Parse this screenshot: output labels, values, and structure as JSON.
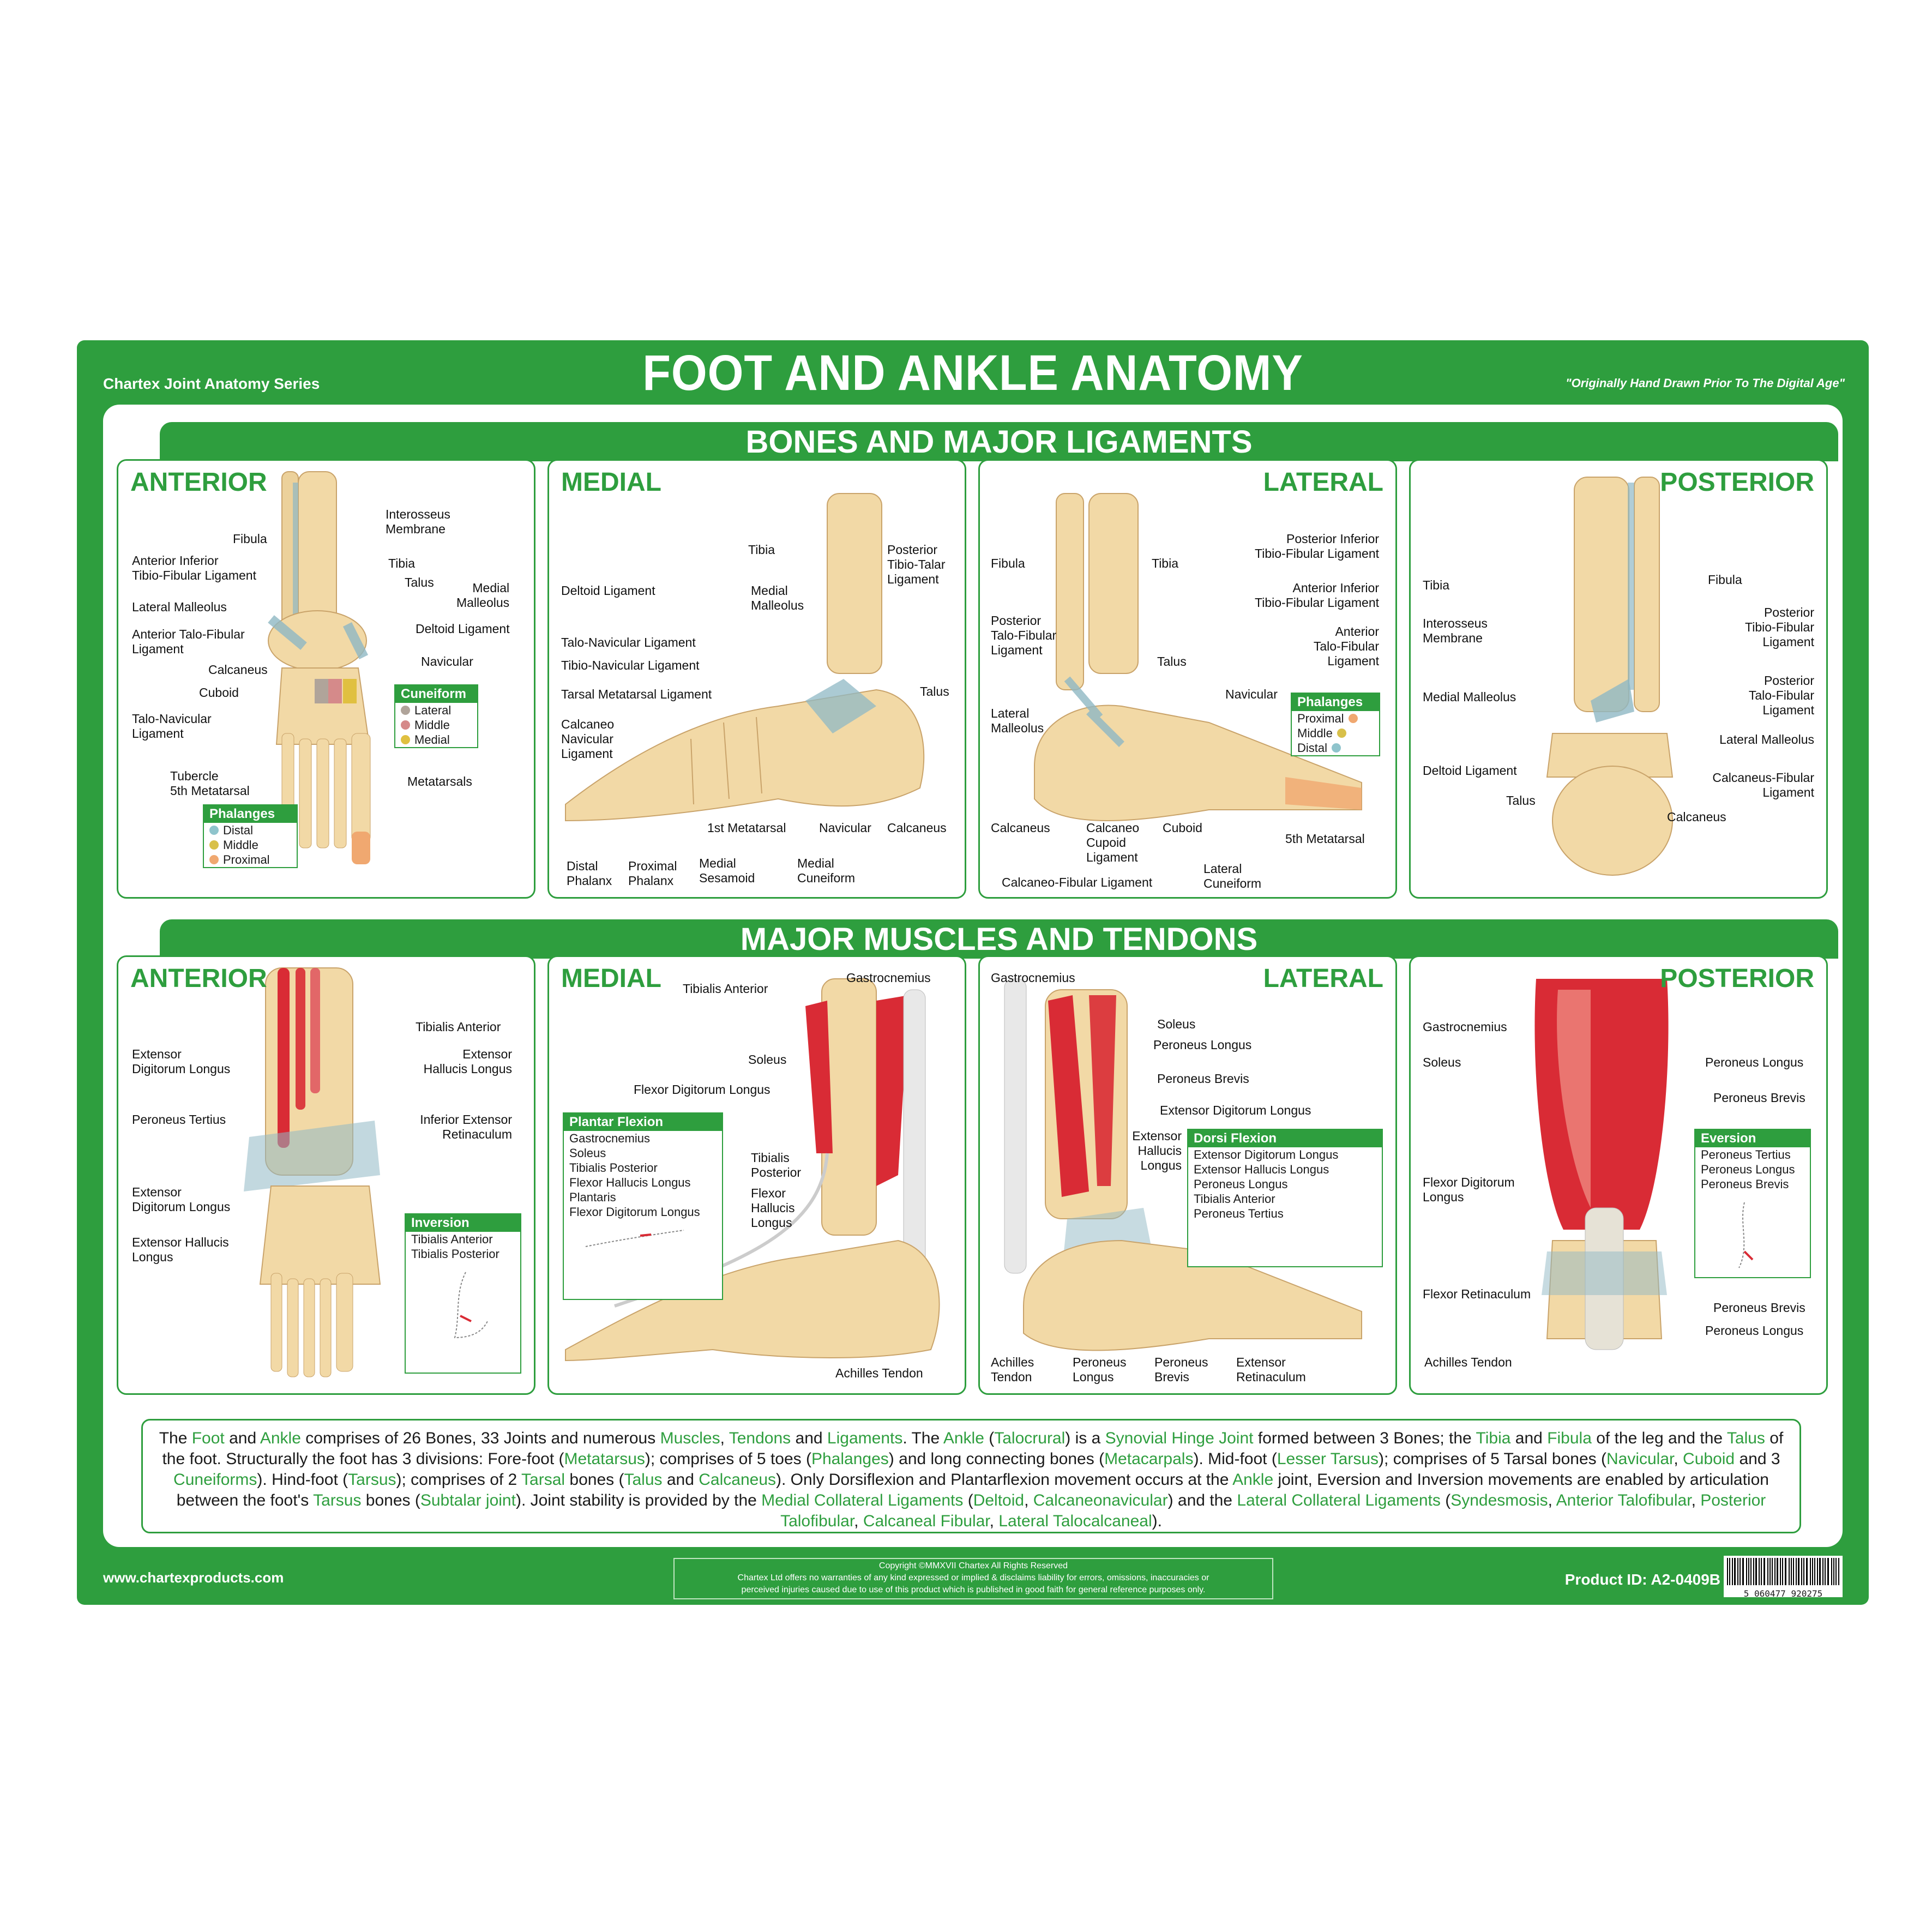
{
  "header": {
    "series": "Chartex Joint Anatomy Series",
    "title": "FOOT AND ANKLE ANATOMY",
    "tagline": "\"Originally Hand Drawn Prior To The Digital Age\""
  },
  "sections": {
    "bones": "BONES AND MAJOR LIGAMENTS",
    "muscles": "MAJOR MUSCLES AND TENDONS"
  },
  "bones_panels": {
    "anterior": {
      "view": "ANTERIOR",
      "labels": [
        "Interosseus\nMembrane",
        "Fibula",
        "Anterior Inferior\nTibio-Fibular Ligament",
        "Tibia",
        "Talus",
        "Medial\nMalleolus",
        "Lateral Malleolus",
        "Deltoid Ligament",
        "Anterior Talo-Fibular\nLigament",
        "Navicular",
        "Calcaneus",
        "Cuboid",
        "Talo-Navicular\nLigament",
        "Tubercle\n5th Metatarsal",
        "Metatarsals"
      ],
      "legend_cuneiform": {
        "title": "Cuneiform",
        "items": [
          "Lateral",
          "Middle",
          "Medial"
        ]
      },
      "legend_phalanges": {
        "title": "Phalanges",
        "items": [
          "Distal",
          "Middle",
          "Proximal"
        ]
      }
    },
    "medial": {
      "view": "MEDIAL",
      "labels": [
        "Tibia",
        "Posterior\nTibio-Talar\nLigament",
        "Deltoid Ligament",
        "Medial\nMalleolus",
        "Talo-Navicular Ligament",
        "Tibio-Navicular Ligament",
        "Talus",
        "Tarsal Metatarsal Ligament",
        "Calcaneo\nNavicular\nLigament",
        "1st Metatarsal",
        "Navicular",
        "Calcaneus",
        "Distal\nPhalanx",
        "Proximal\nPhalanx",
        "Medial\nSesamoid",
        "Medial\nCuneiform"
      ]
    },
    "lateral": {
      "view": "LATERAL",
      "labels": [
        "Posterior Inferior\nTibio-Fibular Ligament",
        "Fibula",
        "Tibia",
        "Anterior Inferior\nTibio-Fibular Ligament",
        "Posterior\nTalo-Fibular\nLigament",
        "Anterior\nTalo-Fibular\nLigament",
        "Talus",
        "Navicular",
        "Lateral\nMalleolus",
        "Calcaneus",
        "Calcaneo\nCupoid\nLigament",
        "Cuboid",
        "5th Metatarsal",
        "Lateral\nCuneiform",
        "Calcaneo-Fibular Ligament"
      ],
      "legend_phalanges": {
        "title": "Phalanges",
        "items": [
          "Proximal",
          "Middle",
          "Distal"
        ]
      }
    },
    "posterior": {
      "view": "POSTERIOR",
      "labels": [
        "Tibia",
        "Fibula",
        "Interosseus\nMembrane",
        "Posterior\nTibio-Fibular\nLigament",
        "Medial Malleolus",
        "Posterior\nTalo-Fibular\nLigament",
        "Lateral Malleolus",
        "Deltoid Ligament",
        "Calcaneus-Fibular\nLigament",
        "Talus",
        "Calcaneus"
      ]
    }
  },
  "muscle_panels": {
    "anterior": {
      "view": "ANTERIOR",
      "labels": [
        "Tibialis Anterior",
        "Extensor\nDigitorum Longus",
        "Extensor\nHallucis Longus",
        "Peroneus Tertius",
        "Inferior Extensor\nRetinaculum",
        "Extensor\nDigitorum Longus",
        "Extensor Hallucis\nLongus"
      ],
      "legend": {
        "title": "Inversion",
        "items": [
          "Tibialis Anterior",
          "Tibialis Posterior"
        ]
      }
    },
    "medial": {
      "view": "MEDIAL",
      "labels": [
        "Tibialis Anterior",
        "Gastrocnemius",
        "Soleus",
        "Flexor Digitorum Longus",
        "Tibialis\nPosterior",
        "Flexor\nHallucis\nLongus",
        "Achilles Tendon"
      ],
      "legend": {
        "title": "Plantar Flexion",
        "items": [
          "Gastrocnemius",
          "Soleus",
          "Tibialis Posterior",
          "Flexor Hallucis Longus",
          "Plantaris",
          "Flexor Digitorum Longus"
        ]
      }
    },
    "lateral": {
      "view": "LATERAL",
      "labels": [
        "Gastrocnemius",
        "Soleus",
        "Peroneus Longus",
        "Peroneus Brevis",
        "Extensor Digitorum Longus",
        "Extensor\nHallucis\nLongus",
        "Achilles\nTendon",
        "Peroneus\nLongus",
        "Peroneus\nBrevis",
        "Extensor\nRetinaculum"
      ],
      "legend": {
        "title": "Dorsi Flexion",
        "items": [
          "Extensor Digitorum Longus",
          "Extensor Hallucis Longus",
          "Peroneus Longus",
          "Tibialis Anterior",
          "Peroneus Tertius"
        ]
      }
    },
    "posterior": {
      "view": "POSTERIOR",
      "labels": [
        "Gastrocnemius",
        "Soleus",
        "Peroneus Longus",
        "Peroneus Brevis",
        "Flexor Digitorum\nLongus",
        "Flexor Retinaculum",
        "Peroneus Brevis",
        "Peroneus Longus",
        "Achilles Tendon"
      ],
      "legend": {
        "title": "Eversion",
        "items": [
          "Peroneus Tertius",
          "Peroneus Longus",
          "Peroneus Brevis"
        ]
      }
    }
  },
  "description": [
    {
      "t": "The ",
      "g": false
    },
    {
      "t": "Foot",
      "g": true
    },
    {
      "t": " and ",
      "g": false
    },
    {
      "t": "Ankle",
      "g": true
    },
    {
      "t": " comprises of 26 Bones, 33 Joints and numerous ",
      "g": false
    },
    {
      "t": "Muscles",
      "g": true
    },
    {
      "t": ", ",
      "g": false
    },
    {
      "t": "Tendons",
      "g": true
    },
    {
      "t": " and ",
      "g": false
    },
    {
      "t": "Ligaments",
      "g": true
    },
    {
      "t": ". The ",
      "g": false
    },
    {
      "t": "Ankle",
      "g": true
    },
    {
      "t": " (",
      "g": false
    },
    {
      "t": "Talocrural",
      "g": true
    },
    {
      "t": ") is a ",
      "g": false
    },
    {
      "t": "Synovial Hinge Joint",
      "g": true
    },
    {
      "t": " formed between 3 Bones; the ",
      "g": false
    },
    {
      "t": "Tibia",
      "g": true
    },
    {
      "t": " and ",
      "g": false
    },
    {
      "t": "Fibula",
      "g": true
    },
    {
      "t": " of the leg and the ",
      "g": false
    },
    {
      "t": "Talus",
      "g": true
    },
    {
      "t": " of the foot. Structurally the foot has 3 divisions: Fore-foot (",
      "g": false
    },
    {
      "t": "Metatarsus",
      "g": true
    },
    {
      "t": "); comprises of 5 toes (",
      "g": false
    },
    {
      "t": "Phalanges",
      "g": true
    },
    {
      "t": ") and long connecting bones (",
      "g": false
    },
    {
      "t": "Metacarpals",
      "g": true
    },
    {
      "t": "). Mid-foot (",
      "g": false
    },
    {
      "t": "Lesser Tarsus",
      "g": true
    },
    {
      "t": "); comprises of 5 Tarsal bones (",
      "g": false
    },
    {
      "t": "Navicular",
      "g": true
    },
    {
      "t": ", ",
      "g": false
    },
    {
      "t": "Cuboid",
      "g": true
    },
    {
      "t": " and 3 ",
      "g": false
    },
    {
      "t": "Cuneiforms",
      "g": true
    },
    {
      "t": "). Hind-foot (",
      "g": false
    },
    {
      "t": "Tarsus",
      "g": true
    },
    {
      "t": "); comprises of 2 ",
      "g": false
    },
    {
      "t": "Tarsal",
      "g": true
    },
    {
      "t": " bones (",
      "g": false
    },
    {
      "t": "Talus",
      "g": true
    },
    {
      "t": " and ",
      "g": false
    },
    {
      "t": "Calcaneus",
      "g": true
    },
    {
      "t": "). Only Dorsiflexion and Plantarflexion movement occurs at the ",
      "g": false
    },
    {
      "t": "Ankle",
      "g": true
    },
    {
      "t": " joint, Eversion and Inversion movements are enabled by articulation between the foot's ",
      "g": false
    },
    {
      "t": "Tarsus",
      "g": true
    },
    {
      "t": " bones (",
      "g": false
    },
    {
      "t": "Subtalar joint",
      "g": true
    },
    {
      "t": "). Joint stability is provided by the ",
      "g": false
    },
    {
      "t": "Medial Collateral Ligaments",
      "g": true
    },
    {
      "t": " (",
      "g": false
    },
    {
      "t": "Deltoid",
      "g": true
    },
    {
      "t": ", ",
      "g": false
    },
    {
      "t": "Calcaneonavicular",
      "g": true
    },
    {
      "t": ") and the ",
      "g": false
    },
    {
      "t": "Lateral Collateral Ligaments",
      "g": true
    },
    {
      "t": " (",
      "g": false
    },
    {
      "t": "Syndesmosis",
      "g": true
    },
    {
      "t": ", ",
      "g": false
    },
    {
      "t": "Anterior Talofibular",
      "g": true
    },
    {
      "t": ", ",
      "g": false
    },
    {
      "t": "Posterior Talofibular",
      "g": true
    },
    {
      "t": ", ",
      "g": false
    },
    {
      "t": "Calcaneal Fibular",
      "g": true
    },
    {
      "t": ", ",
      "g": false
    },
    {
      "t": "Lateral Talocalcaneal",
      "g": true
    },
    {
      "t": ").",
      "g": false
    }
  ],
  "footer": {
    "url": "www.chartexproducts.com",
    "copyright": "Copyright ©MMXVII Chartex All Rights Reserved\nChartex Ltd offers no warranties of any kind expressed or implied & disclaims liability for errors, omissions, inaccuracies or\nperceived injuries caused due to use of this product which is published in good faith for general reference purposes only.",
    "product_id": "Product ID: A2-0409B",
    "barcode_number": "5  060477  920275"
  },
  "colors": {
    "green": "#2e9e3e",
    "bone": "#f2d9a6",
    "muscle": "#d92b35",
    "ligament": "#8fb8c4"
  }
}
